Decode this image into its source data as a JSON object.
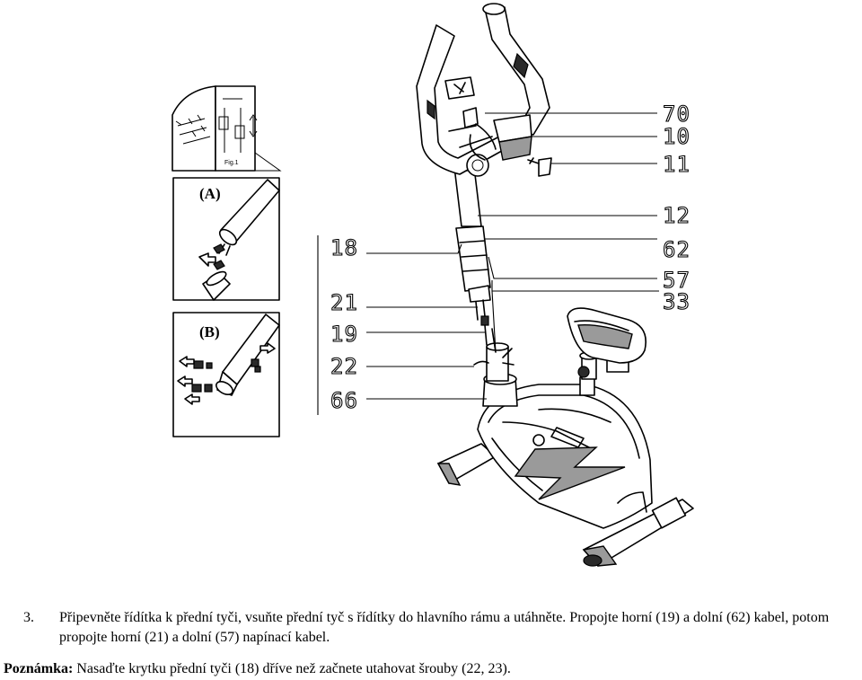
{
  "part_labels": {
    "p70": "70",
    "p10": "10",
    "p11": "11",
    "p12": "12",
    "p62": "62",
    "p57": "57",
    "p33": "33",
    "p18": "18",
    "p21": "21",
    "p19": "19",
    "p22": "22",
    "p66": "66"
  },
  "insets": {
    "a": "(A)",
    "b": "(B)",
    "fig": "Fig.1"
  },
  "instruction": {
    "number": "3.",
    "text": "Připevněte řídítka k přední tyči, vsuňte přední tyč s řídítky do hlavního rámu a utáhněte. Propojte horní (19) a dolní (62) kabel, potom propojte horní (21) a dolní (57) napínací kabel."
  },
  "note": {
    "label": "Poznámka:",
    "text": " Nasaďte krytku přední tyči (18) dříve než začnete utahovat šrouby (22, 23)."
  }
}
